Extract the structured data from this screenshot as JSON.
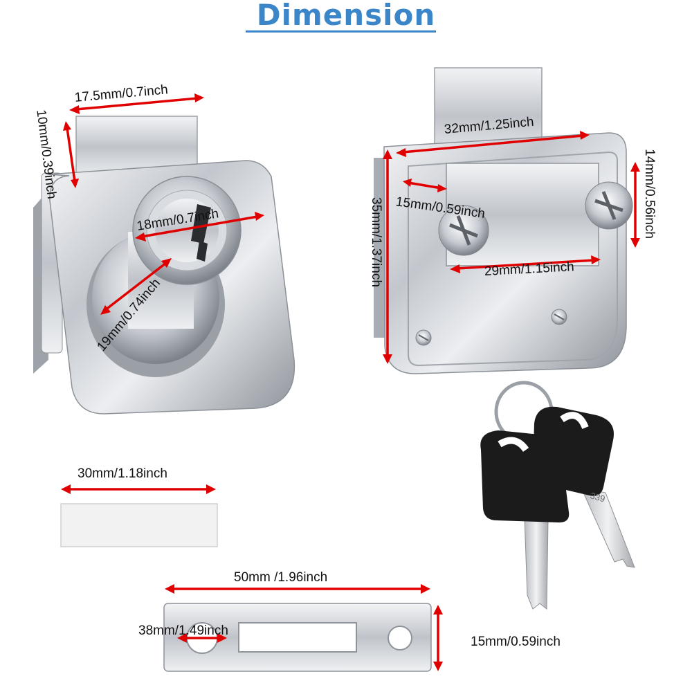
{
  "title": "Dimension",
  "dimensions": {
    "lock_top_width": "17.5mm/0.7inch",
    "lock_top_height": "10mm/0.39inch",
    "cylinder_diameter": "18mm/0.7inch",
    "cylinder_length": "19mm/0.74inch",
    "back_height": "35mm/1.37inch",
    "back_width": "32mm/1.25inch",
    "back_inner_offset": "15mm/0.59inch",
    "clamp_height": "14mm/0.56inch",
    "clamp_width": "29mm/1.15inch",
    "pad_width": "30mm/1.18inch",
    "strike_length": "50mm /1.96inch",
    "strike_slot": "38mm/1.49inch",
    "strike_height": "15mm/0.59inch"
  },
  "key_stamp": "339",
  "colors": {
    "title": "#3a86c8",
    "arrow": "#e00000",
    "metal": "#c9ccd1",
    "key_head": "#1b1b1b"
  }
}
